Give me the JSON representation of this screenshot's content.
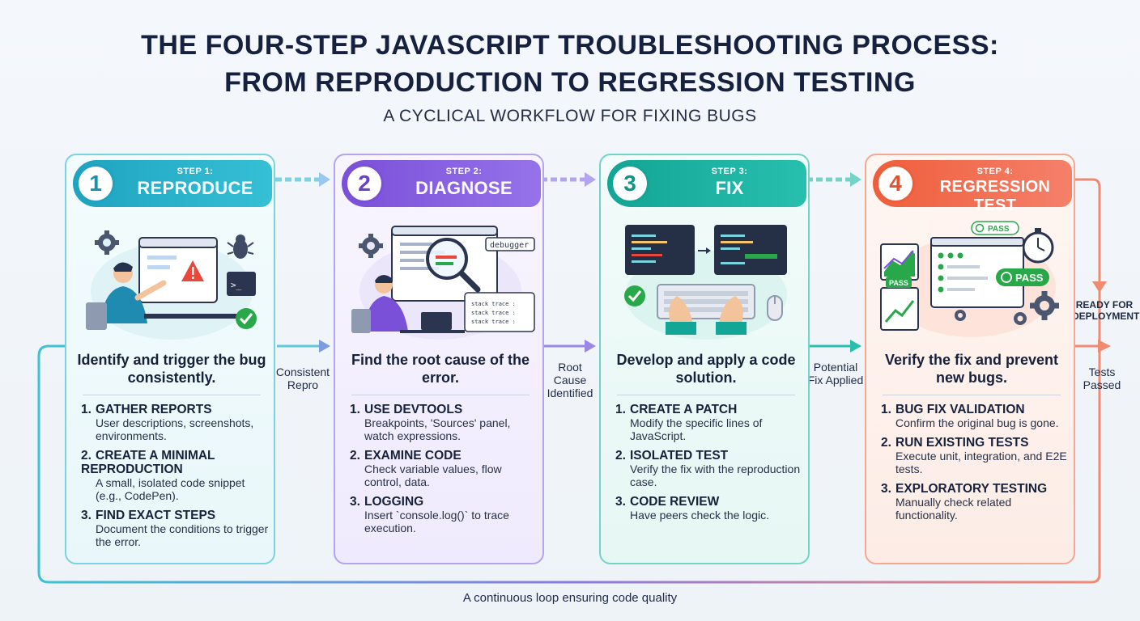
{
  "title": {
    "line1": "THE FOUR-STEP JAVASCRIPT TROUBLESHOOTING PROCESS:",
    "line2": "FROM REPRODUCTION TO REGRESSION TESTING",
    "subtitle": "A CYCLICAL WORKFLOW FOR FIXING BUGS"
  },
  "steps": [
    {
      "number": "1",
      "step_label": "STEP 1:",
      "name": "REPRODUCE",
      "headline": "Identify and trigger the bug consistently.",
      "items": [
        {
          "n": "1.",
          "title": "GATHER REPORTS",
          "desc": "User descriptions, screenshots, environments."
        },
        {
          "n": "2.",
          "title": "CREATE A MINIMAL REPRODUCTION",
          "desc": "A small, isolated code snippet (e.g., CodePen)."
        },
        {
          "n": "3.",
          "title": "FIND EXACT STEPS",
          "desc": "Document the conditions to trigger the error."
        }
      ]
    },
    {
      "number": "2",
      "step_label": "STEP 2:",
      "name": "DIAGNOSE",
      "headline": "Find the root cause of the error.",
      "illus_tag": "debugger",
      "stack_lines": [
        "stack trace :",
        "stack trace :",
        "stack trace :"
      ],
      "items": [
        {
          "n": "1.",
          "title": "USE DEVTOOLS",
          "desc": "Breakpoints, 'Sources' panel, watch expressions."
        },
        {
          "n": "2.",
          "title": "EXAMINE CODE",
          "desc": "Check variable values, flow control, data."
        },
        {
          "n": "3.",
          "title": "LOGGING",
          "desc": "Insert `console.log()` to trace execution."
        }
      ]
    },
    {
      "number": "3",
      "step_label": "STEP 3:",
      "name": "FIX",
      "headline": "Develop and apply a code solution.",
      "items": [
        {
          "n": "1.",
          "title": "CREATE A PATCH",
          "desc": "Modify the specific lines of JavaScript."
        },
        {
          "n": "2.",
          "title": "ISOLATED TEST",
          "desc": "Verify the fix with the reproduction case."
        },
        {
          "n": "3.",
          "title": "CODE REVIEW",
          "desc": "Have peers check the logic."
        }
      ]
    },
    {
      "number": "4",
      "step_label": "STEP 4:",
      "name": "REGRESSION TEST",
      "headline": "Verify the fix and prevent new bugs.",
      "pass_label": "PASS",
      "items": [
        {
          "n": "1.",
          "title": "BUG FIX VALIDATION",
          "desc": "Confirm the original bug is gone."
        },
        {
          "n": "2.",
          "title": "RUN EXISTING TESTS",
          "desc": "Execute unit, integration, and E2E tests."
        },
        {
          "n": "3.",
          "title": "EXPLORATORY TESTING",
          "desc": "Manually check related functionality."
        }
      ]
    }
  ],
  "connectors": {
    "c12": "Consistent Repro",
    "c23": "Root Cause Identified",
    "c34": "Potential Fix Applied"
  },
  "side": {
    "ready": "READY FOR DEPLOYMENT",
    "tests_passed": "Tests Passed"
  },
  "loop_caption": "A continuous loop ensuring code quality",
  "colors": {
    "step1": "#1fa3c0",
    "step2": "#7a50d8",
    "step3": "#13a595",
    "step4": "#ef5e3b",
    "loop": "#3cc2d4"
  }
}
